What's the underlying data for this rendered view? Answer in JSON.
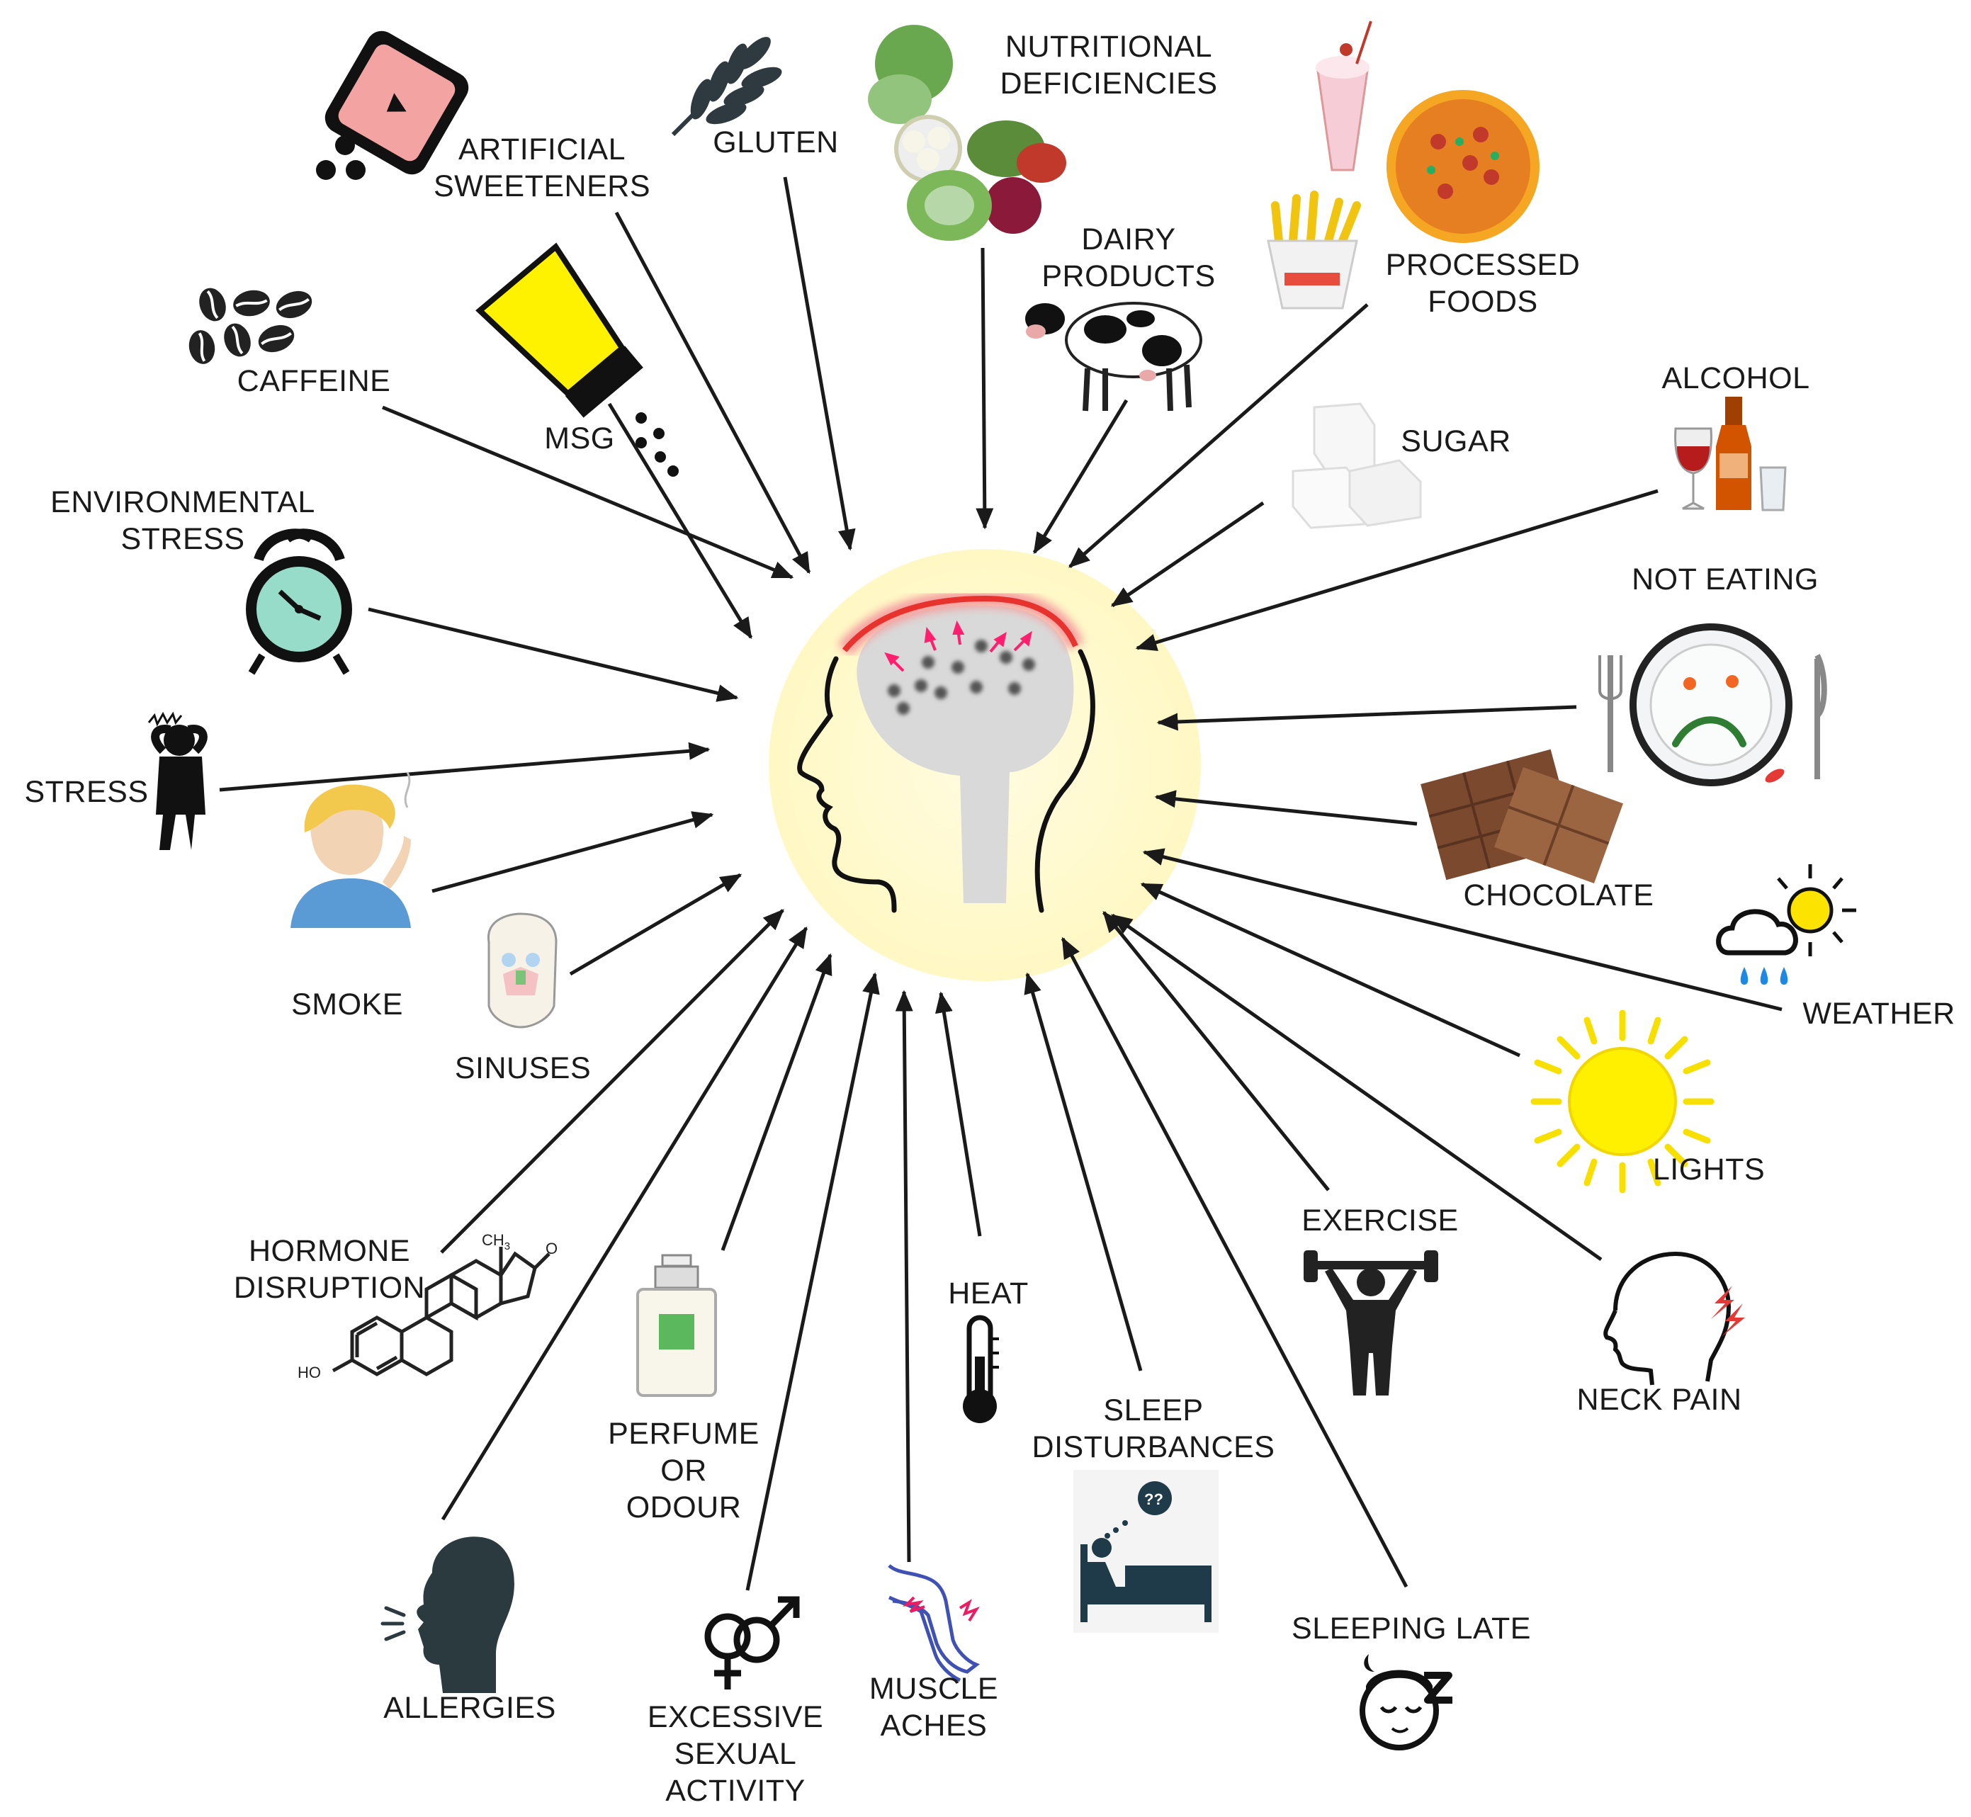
{
  "title": "",
  "colors": {
    "halo": "#fffbd0",
    "head_fill": "#d9d9d9",
    "pain_arc": "#e8322d",
    "pain_arrows": "#ff1f6e",
    "line": "#1a1a1a"
  },
  "center_icon": "head-with-headache-icon",
  "triggers": [
    {
      "id": "artificial-sweeteners",
      "lines": [
        "ARTIFICIAL",
        "SWEETENERS"
      ],
      "icon": "sweetener-packet-icon"
    },
    {
      "id": "gluten",
      "lines": [
        "GLUTEN"
      ],
      "icon": "wheat-icon"
    },
    {
      "id": "nutritional-deficiencies",
      "lines": [
        "NUTRITIONAL",
        "DEFICIENCIES"
      ],
      "icon": "vegetables-icon"
    },
    {
      "id": "dairy-products",
      "lines": [
        "DAIRY",
        "PRODUCTS"
      ],
      "icon": "cow-icon"
    },
    {
      "id": "processed-foods",
      "lines": [
        "PROCESSED",
        "FOODS"
      ],
      "icon": "fast-food-icon"
    },
    {
      "id": "caffeine",
      "lines": [
        "CAFFEINE"
      ],
      "icon": "coffee-beans-icon"
    },
    {
      "id": "msg",
      "lines": [
        "MSG"
      ],
      "icon": "salt-shaker-icon"
    },
    {
      "id": "sugar",
      "lines": [
        "SUGAR"
      ],
      "icon": "sugar-cubes-icon"
    },
    {
      "id": "alcohol",
      "lines": [
        "ALCOHOL"
      ],
      "icon": "drinks-icon"
    },
    {
      "id": "environmental-stress",
      "lines": [
        "ENVIRONMENTAL",
        "STRESS"
      ],
      "icon": "alarm-clock-icon"
    },
    {
      "id": "not-eating",
      "lines": [
        "NOT EATING"
      ],
      "icon": "sad-plate-icon"
    },
    {
      "id": "stress",
      "lines": [
        "STRESS"
      ],
      "icon": "stressed-person-icon"
    },
    {
      "id": "chocolate",
      "lines": [
        "CHOCOLATE"
      ],
      "icon": "chocolate-bar-icon"
    },
    {
      "id": "smoke",
      "lines": [
        "SMOKE"
      ],
      "icon": "smoking-woman-icon"
    },
    {
      "id": "weather",
      "lines": [
        "WEATHER"
      ],
      "icon": "sun-cloud-rain-icon"
    },
    {
      "id": "sinuses",
      "lines": [
        "SINUSES"
      ],
      "icon": "sinus-face-icon"
    },
    {
      "id": "lights",
      "lines": [
        "LIGHTS"
      ],
      "icon": "sun-icon"
    },
    {
      "id": "exercise",
      "lines": [
        "EXERCISE"
      ],
      "icon": "weightlifter-icon"
    },
    {
      "id": "neck-pain",
      "lines": [
        "NECK PAIN"
      ],
      "icon": "neck-pain-icon"
    },
    {
      "id": "hormone-disruption",
      "lines": [
        "HORMONE",
        "DISRUPTION"
      ],
      "icon": "estrone-molecule-icon"
    },
    {
      "id": "perfume-or-odour",
      "lines": [
        "PERFUME",
        "OR",
        "ODOUR"
      ],
      "icon": "perfume-bottle-icon"
    },
    {
      "id": "heat",
      "lines": [
        "HEAT"
      ],
      "icon": "thermometer-icon"
    },
    {
      "id": "sleep-disturbances",
      "lines": [
        "SLEEP",
        "DISTURBANCES"
      ],
      "icon": "sleepless-bed-icon"
    },
    {
      "id": "sleeping-late",
      "lines": [
        "SLEEPING LATE"
      ],
      "icon": "sleeping-face-icon"
    },
    {
      "id": "allergies",
      "lines": [
        "ALLERGIES"
      ],
      "icon": "sneezing-head-icon"
    },
    {
      "id": "excessive-sexual-activity",
      "lines": [
        "EXCESSIVE",
        "SEXUAL",
        "ACTIVITY"
      ],
      "icon": "gender-symbols-icon"
    },
    {
      "id": "muscle-aches",
      "lines": [
        "MUSCLE",
        "ACHES"
      ],
      "icon": "aching-legs-icon"
    }
  ],
  "molecule": {
    "ch3": "CH",
    "ch3_sub": "3",
    "o": "O",
    "ho": "HO"
  }
}
